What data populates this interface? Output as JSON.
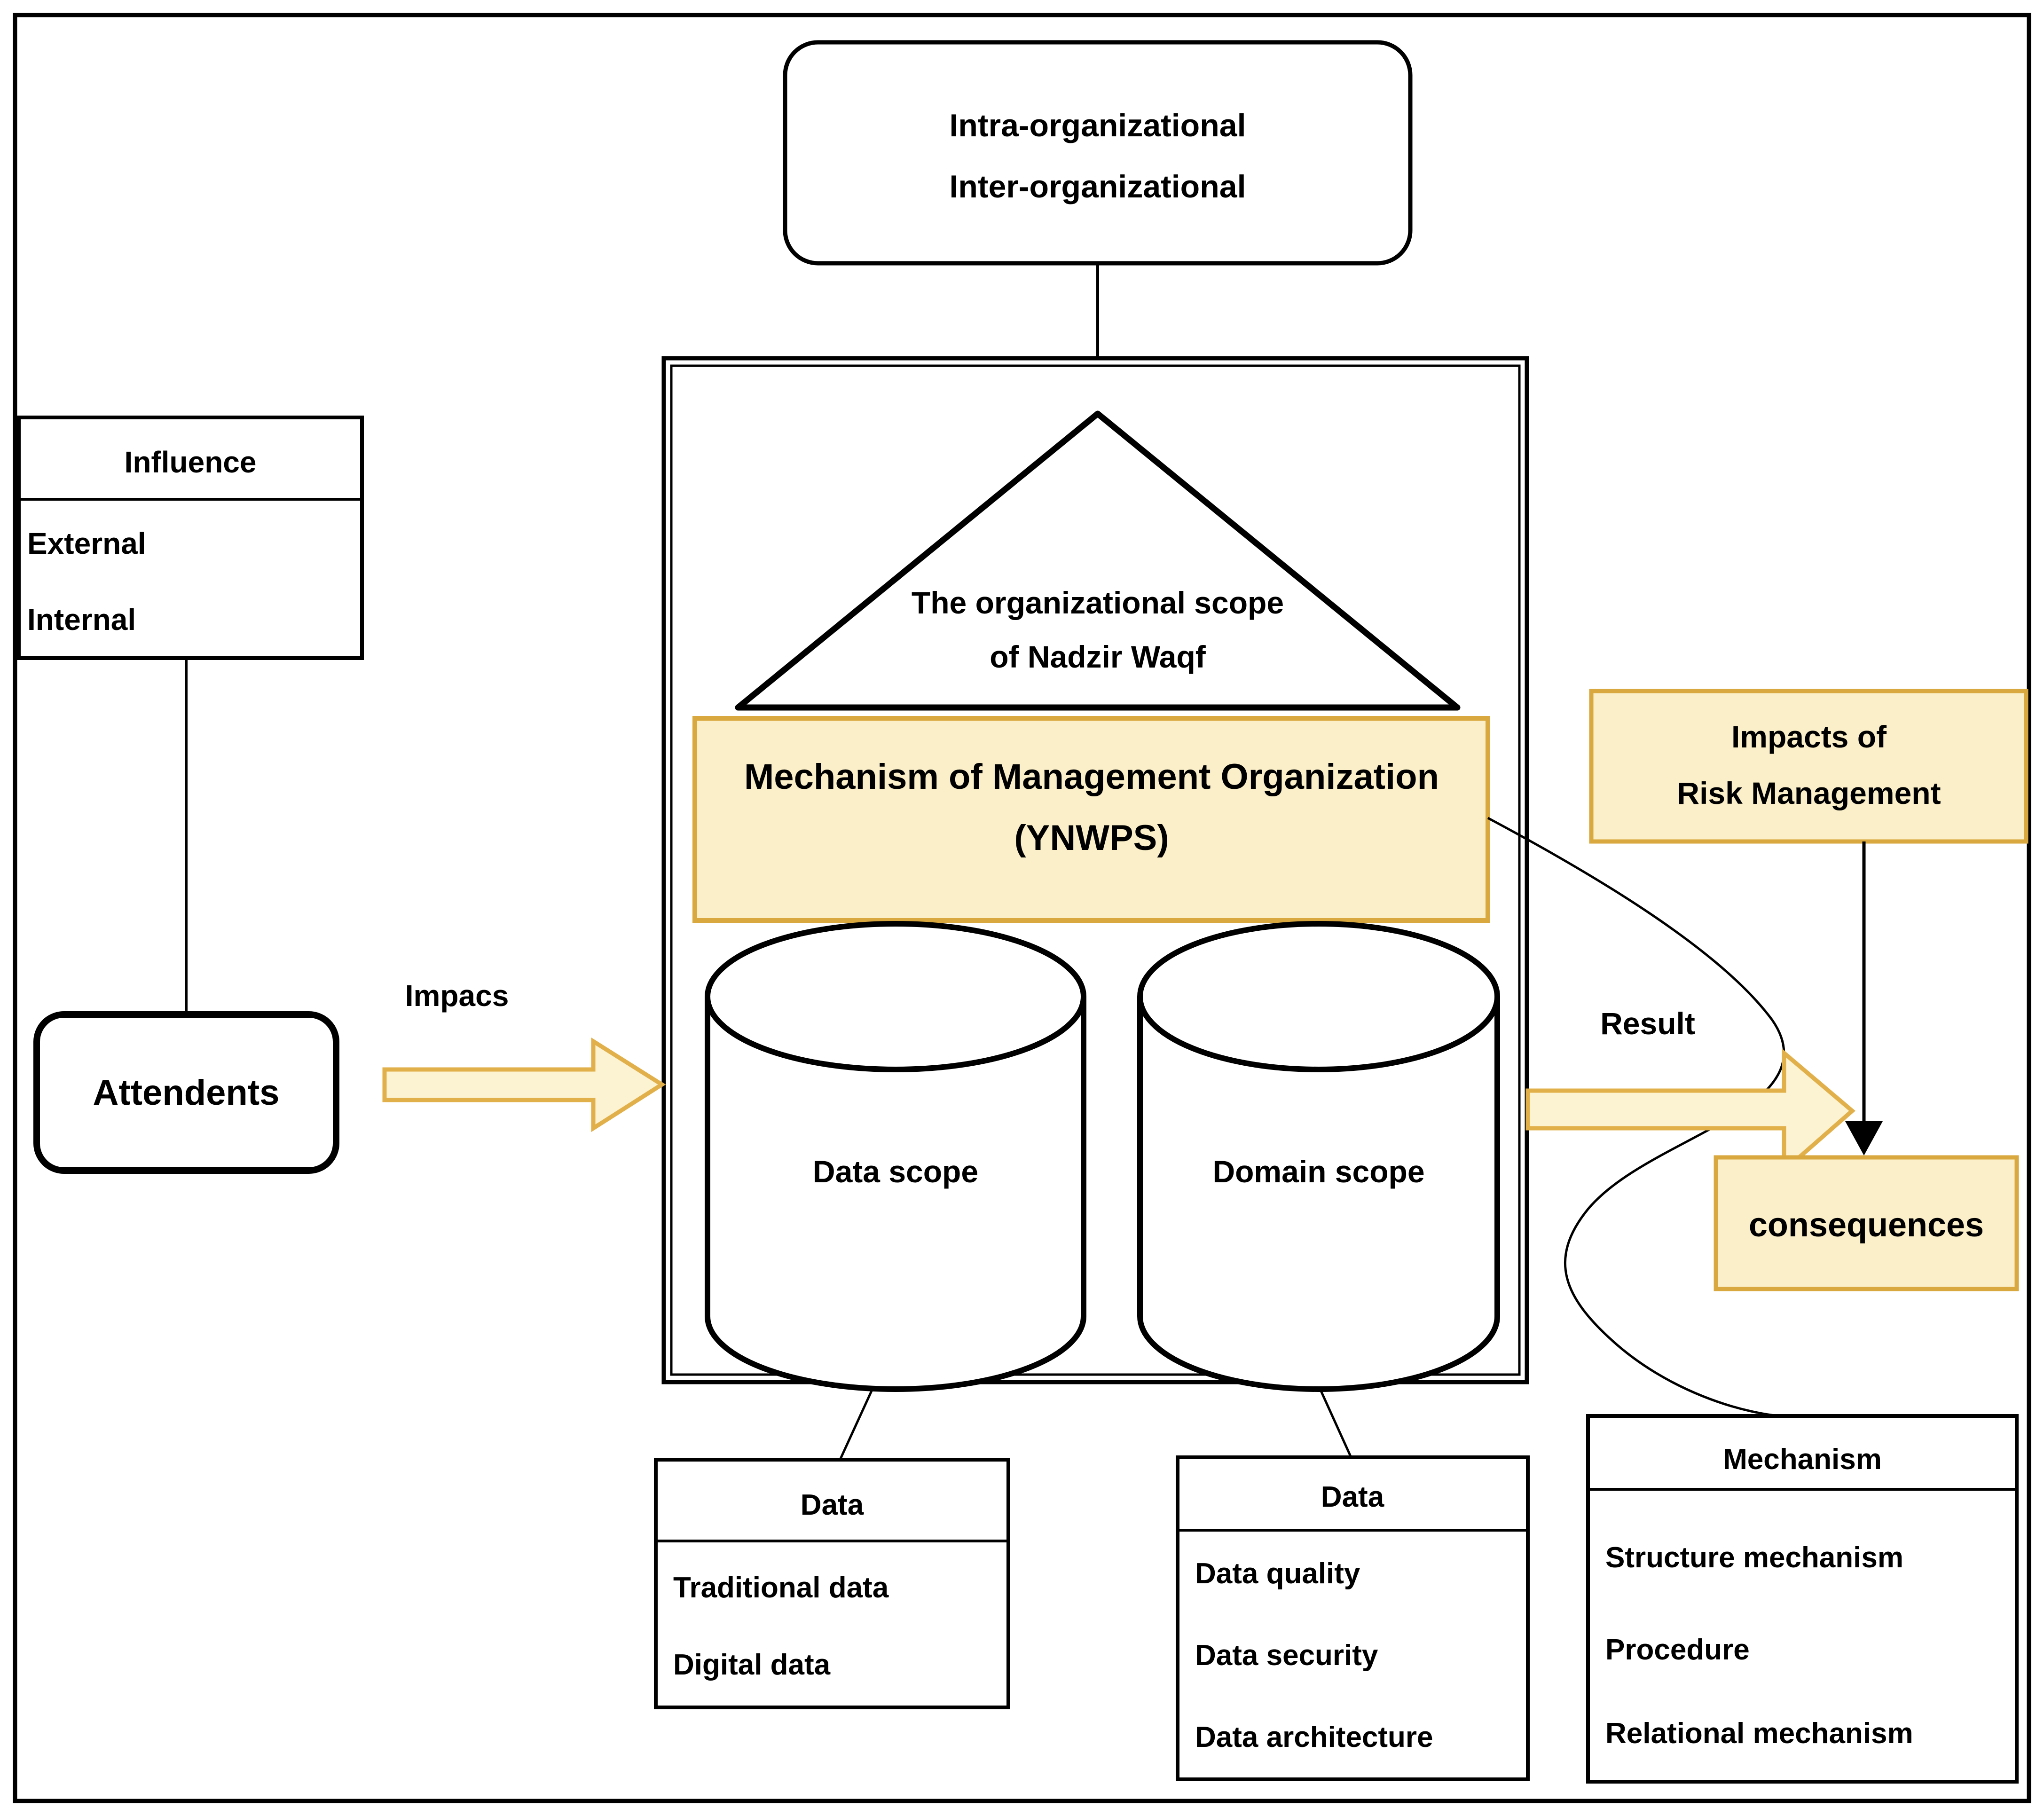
{
  "colors": {
    "highlight_fill": "#FAEFC8",
    "highlight_border": "#D9A93F",
    "arrow_fill": "#FCF3D3",
    "arrow_border": "#E2B04A",
    "line": "#000000",
    "background": "#FFFFFF"
  },
  "top_box": {
    "line1": "Intra-organizational",
    "line2": "Inter-organizational"
  },
  "influence_table": {
    "header": "Influence",
    "rows": [
      "External",
      "Internal"
    ]
  },
  "attendents_box": {
    "label": "Attendents"
  },
  "impacs_arrow": {
    "label": "Impacs"
  },
  "organizational_scope_triangle": {
    "line1": "The organizational scope",
    "line2": "of Nadzir Waqf"
  },
  "mechanism_box": {
    "line1": "Mechanism of Management Organization",
    "line2": "(YNWPS)"
  },
  "cylinders": {
    "left_label": "Data scope",
    "right_label": "Domain scope"
  },
  "result_arrow": {
    "label": "Result"
  },
  "impacts_box": {
    "line1": "Impacts of",
    "line2": "Risk Management"
  },
  "consequences_box": {
    "label": "consequences"
  },
  "data_table_left": {
    "header": "Data",
    "rows": [
      "Traditional data",
      "Digital data"
    ]
  },
  "data_table_middle": {
    "header": "Data",
    "rows": [
      "Data quality",
      "Data security",
      "Data architecture"
    ]
  },
  "mechanism_table": {
    "header": "Mechanism",
    "rows": [
      "Structure mechanism",
      "Procedure",
      "Relational mechanism"
    ]
  }
}
